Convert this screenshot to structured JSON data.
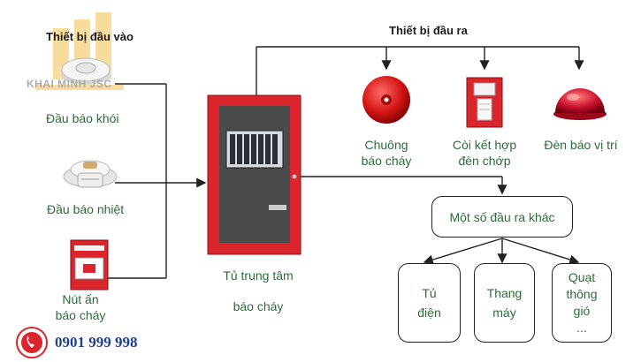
{
  "inputs": {
    "title": "Thiết bị đầu vào",
    "items": [
      {
        "label": "Đầu báo khói"
      },
      {
        "label": "Đầu báo nhiệt"
      },
      {
        "label_line1": "Nút ấn",
        "label_line2": "báo cháy"
      }
    ]
  },
  "panel": {
    "label_line1": "Tủ trung tâm",
    "label_line2": "báo cháy"
  },
  "outputs": {
    "title": "Thiết bị đầu ra",
    "items": [
      {
        "label_line1": "Chuông",
        "label_line2": "báo cháy"
      },
      {
        "label_line1": "Còi kết hợp",
        "label_line2": "đèn chớp"
      },
      {
        "label_line1": "Đèn báo vị trí"
      }
    ]
  },
  "other_outputs": {
    "title": "Một số đầu ra khác",
    "items": [
      {
        "line1": "Tủ",
        "line2": "điện"
      },
      {
        "line1": "Thang",
        "line2": "máy"
      },
      {
        "line1": "Quạt",
        "line2": "thông",
        "line3": "gió",
        "line4": "..."
      }
    ]
  },
  "watermark": {
    "brand": "KHAI MINH JSC"
  },
  "contact": {
    "phone": "0901 999 998"
  },
  "colors": {
    "label_text": "#2f6b3a",
    "panel_red": "#d9252b",
    "phone_text": "#1f3f8f"
  }
}
